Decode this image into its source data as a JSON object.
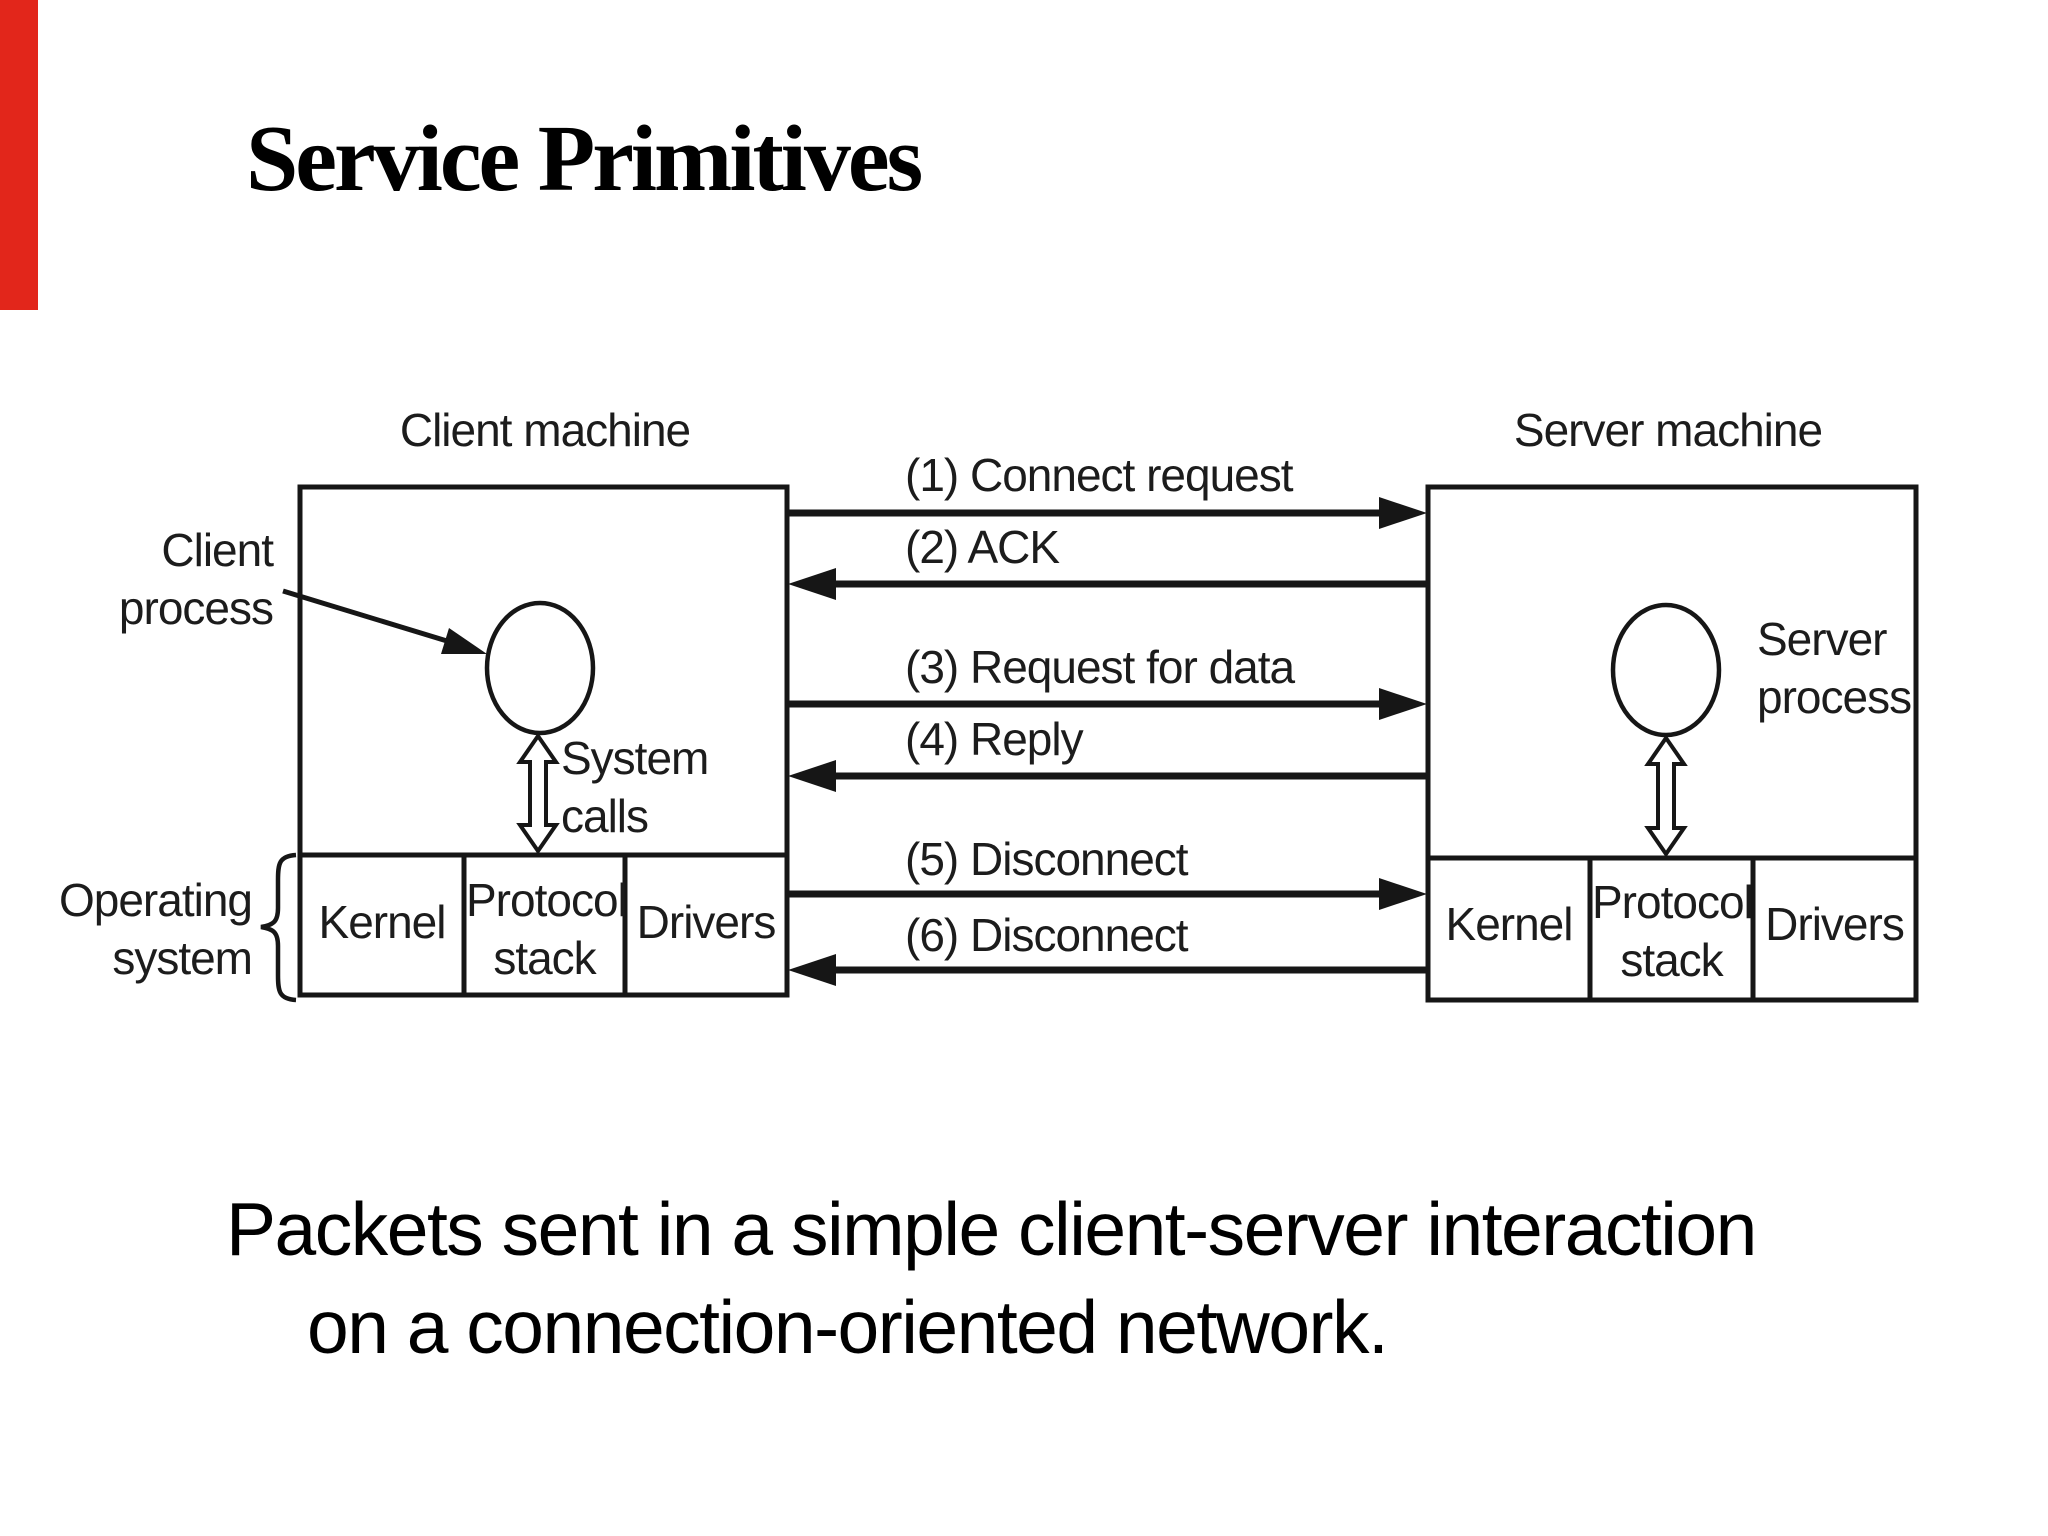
{
  "slide": {
    "title": "Service Primitives",
    "caption": {
      "line1": "Packets sent in a simple client-server interaction",
      "line2": "on a connection-oriented network."
    },
    "accent_bar_color": "#e2261b",
    "background_color": "#ffffff",
    "ink_color": "#1c1c1c"
  },
  "diagram": {
    "client": {
      "machine_label": "Client machine",
      "process_line1": "Client",
      "process_line2": "process",
      "system_calls_line1": "System",
      "system_calls_line2": "calls",
      "os_line1": "Operating",
      "os_line2": "system",
      "kernel": "Kernel",
      "protocol_line1": "Protocol",
      "protocol_line2": "stack",
      "drivers": "Drivers"
    },
    "server": {
      "machine_label": "Server machine",
      "process_line1": "Server",
      "process_line2": "process",
      "kernel": "Kernel",
      "protocol_line1": "Protocol",
      "protocol_line2": "stack",
      "drivers": "Drivers"
    },
    "arrows": [
      {
        "label": "(1) Connect request",
        "direction": "right"
      },
      {
        "label": "(2) ACK",
        "direction": "left"
      },
      {
        "label": "(3) Request for data",
        "direction": "right"
      },
      {
        "label": "(4) Reply",
        "direction": "left"
      },
      {
        "label": "(5) Disconnect",
        "direction": "right"
      },
      {
        "label": "(6) Disconnect",
        "direction": "left"
      }
    ]
  }
}
